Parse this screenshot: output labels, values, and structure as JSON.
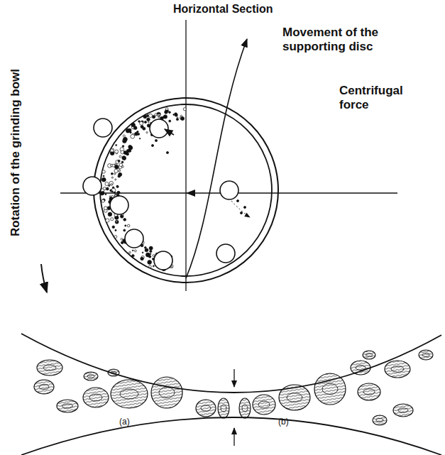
{
  "diagram": {
    "labels": [
      "Horizontal Section",
      "Movement of the supporting disc",
      "Centrifugal force",
      "Rotation of the grinding bowl",
      "(a)",
      "(b)"
    ]
  }
}
